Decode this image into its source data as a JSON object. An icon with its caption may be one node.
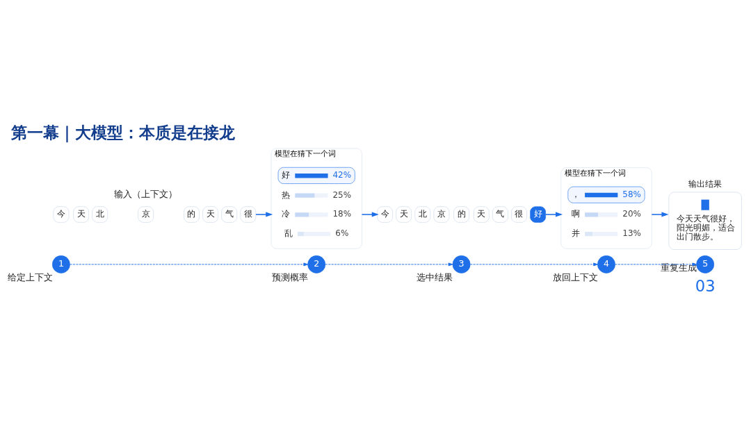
{
  "diagram": {
    "title": "第一幕｜大模型：本质是在接龙",
    "nodes": [
      {
        "text": [
          "今"
        ]
      },
      {
        "text": [
          "天"
        ]
      },
      {
        "text": [
          "北"
        ]
      },
      {
        "text": [
          "京"
        ]
      },
      {
        "text": [
          "的"
        ]
      },
      {
        "text": [
          "天"
        ]
      },
      {
        "text": [
          "气"
        ]
      },
      {
        "text": [
          "很"
        ]
      },
      {
        "text": [
          "模型在猜下一个词"
        ]
      },
      {
        "text": [
          "好",
          "42%"
        ],
        "in": 8
      },
      {
        "text": [
          "热",
          "25%"
        ],
        "in": 8
      },
      {
        "text": [
          "冷",
          "18%"
        ],
        "in": 8
      },
      {
        "text": [
          "乱",
          "6%"
        ],
        "in": 8
      },
      {
        "text": [
          "今"
        ]
      },
      {
        "text": [
          "天"
        ]
      },
      {
        "text": [
          "北"
        ]
      },
      {
        "text": [
          "京"
        ]
      },
      {
        "text": [
          "的"
        ]
      },
      {
        "text": [
          "天"
        ]
      },
      {
        "text": [
          "气"
        ]
      },
      {
        "text": [
          "很"
        ]
      },
      {
        "text": [
          "好"
        ]
      },
      {
        "text": [
          "模型在猜下一个词"
        ]
      },
      {
        "text": [
          "，",
          "58%"
        ],
        "in": 22
      },
      {
        "text": [
          "啊",
          "20%"
        ],
        "in": 22
      },
      {
        "text": [
          "并",
          "13%"
        ],
        "in": 22
      },
      {
        "text": [
          "输出结果",
          "今天天气很好，阳光明媚，适合出门散步。"
        ]
      },
      {
        "text": [
          "1"
        ],
        "beside": [
          "给定上下文"
        ]
      },
      {
        "text": [
          "2"
        ],
        "beside": [
          "预测概率"
        ]
      },
      {
        "text": [
          "3"
        ],
        "beside": [
          "选中结果"
        ]
      },
      {
        "text": [
          "4"
        ],
        "beside": [
          "放回上下文"
        ]
      },
      {
        "text": [
          "5"
        ],
        "beside": [
          "重复生成"
        ]
      }
    ],
    "edges": [
      {
        "from": 7,
        "to": 8,
        "arrow": "to"
      },
      {
        "from": 8,
        "to": 13,
        "arrow": "to"
      },
      {
        "from": 21,
        "to": 22,
        "arrow": "to"
      },
      {
        "from": 22,
        "to": 26,
        "arrow": "to"
      },
      {
        "from": 27,
        "to": 28,
        "arrow": "to",
        "style": "dashed"
      },
      {
        "from": 28,
        "to": 29,
        "arrow": "to",
        "style": "dashed"
      },
      {
        "from": 29,
        "to": 30,
        "arrow": "to",
        "style": "dashed"
      },
      {
        "from": 30,
        "to": 31,
        "arrow": "to",
        "style": "dashed"
      }
    ],
    "labels": [
      "输入（上下文）",
      "03"
    ]
  }
}
